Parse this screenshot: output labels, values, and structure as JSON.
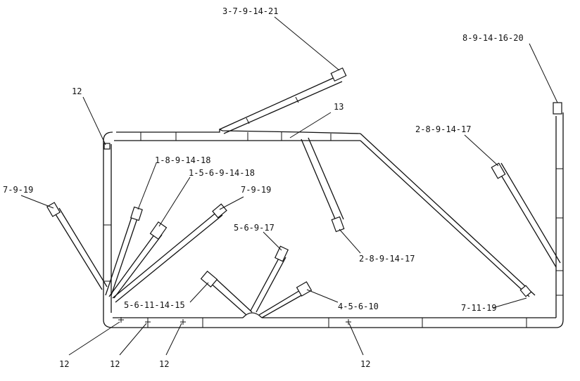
{
  "labels": {
    "top_center": "3-7-9-14-21",
    "top_right": "8-9-14-16-20",
    "upper_left_12": "12",
    "mid_13": "13",
    "right_2_17": "2-8-9-14-17",
    "l_1_8_18": "1-8-9-14-18",
    "l_1_5_18": "1-5-6-9-14-18",
    "left_7_9_19": "7-9-19",
    "center_7_9_19": "7-9-19",
    "center_5_6_9_17": "5-6-9-17",
    "center_2_8_17": "2-8-9-14-17",
    "bottom_5_6_11_15": "5-6-11-14-15",
    "bottom_4_5_6_10": "4-5-6-10",
    "bottom_7_11_19": "7-11-19",
    "bottom_12_a": "12",
    "bottom_12_b": "12",
    "bottom_12_c": "12",
    "bottom_12_d": "12"
  }
}
